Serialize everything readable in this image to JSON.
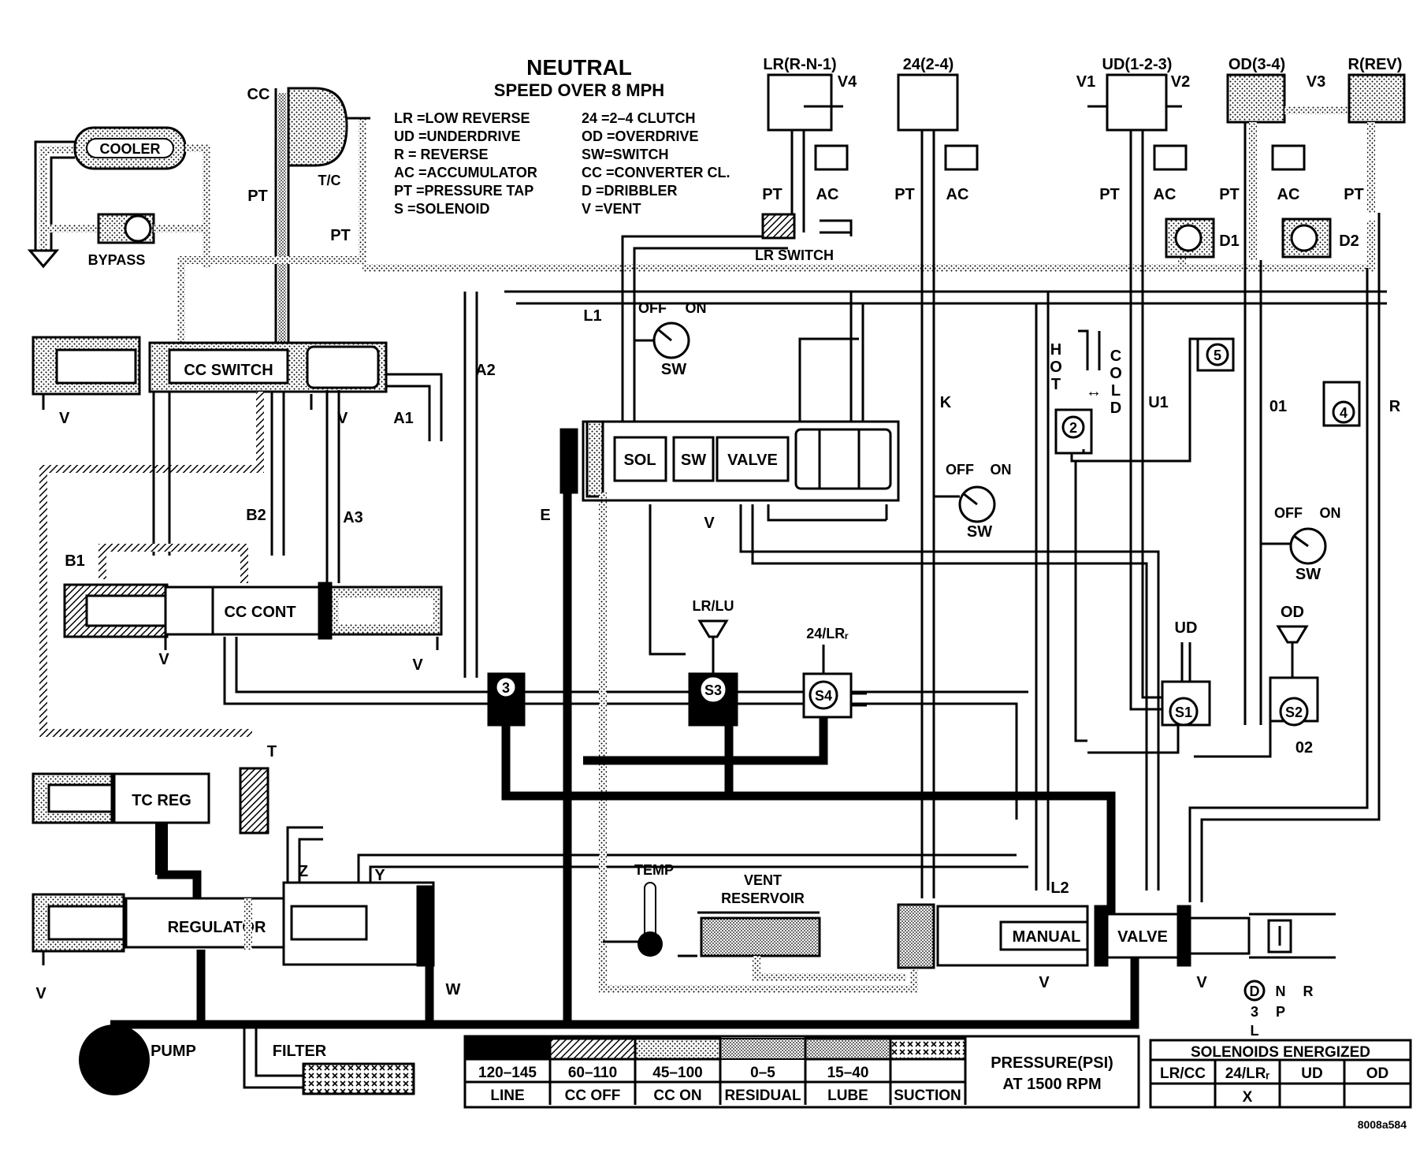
{
  "title": "NEUTRAL",
  "subtitle": "SPEED OVER 8 MPH",
  "abbreviations": [
    {
      "left": "LR =LOW REVERSE",
      "right": "24 =2–4 CLUTCH"
    },
    {
      "left": "UD =UNDERDRIVE",
      "right": "OD =OVERDRIVE"
    },
    {
      "left": "R  = REVERSE",
      "right": "SW=SWITCH"
    },
    {
      "left": "AC =ACCUMULATOR",
      "right": "CC =CONVERTER CL."
    },
    {
      "left": "PT =PRESSURE TAP",
      "right": "D  =DRIBBLER"
    },
    {
      "left": "S  =SOLENOID",
      "right": "V  =VENT"
    }
  ],
  "clutches": {
    "lr": "LR(R-N-1)",
    "c24": "24(2-4)",
    "ud": "UD(1-2-3)",
    "od": "OD(3-4)",
    "rev": "R(REV)"
  },
  "components": {
    "cooler": "COOLER",
    "bypass": "BYPASS",
    "cc": "CC",
    "tc": "T/C",
    "cc_switch": "CC SWITCH",
    "cc_cont": "CC CONT",
    "tc_reg": "TC REG",
    "regulator": "REGULATOR",
    "pump": "PUMP",
    "filter": "FILTER",
    "lr_switch": "LR SWITCH",
    "sol": "SOL",
    "sw": "SW",
    "valve": "VALVE",
    "manual": "MANUAL",
    "manual_valve": "VALVE",
    "temp": "TEMP",
    "vent_reservoir_1": "VENT",
    "vent_reservoir_2": "RESERVOIR",
    "hot_letters": [
      "H",
      "O",
      "T"
    ],
    "cold_letters": [
      "C",
      "O",
      "L",
      "D"
    ],
    "off": "OFF",
    "on": "ON",
    "lr_lu": "LR/LU",
    "lr_24": "24/LRᵣ",
    "ud_label": "UD",
    "od_label": "OD"
  },
  "solenoids": [
    "S1",
    "S2",
    "S3",
    "S4"
  ],
  "check_balls": [
    "2",
    "3",
    "4",
    "5"
  ],
  "passage_labels": {
    "pt": "PT",
    "ac": "AC",
    "v": "V",
    "v1": "V1",
    "v2": "V2",
    "v3": "V3",
    "v4": "V4",
    "d1": "D1",
    "d2": "D2",
    "l1": "L1",
    "l2": "L2",
    "a1": "A1",
    "a2": "A2",
    "a3": "A3",
    "b1": "B1",
    "b2": "B2",
    "e": "E",
    "k": "K",
    "u1": "U1",
    "o1": "01",
    "o2": "02",
    "r": "R",
    "t": "T",
    "z": "Z",
    "y": "Y",
    "w": "W"
  },
  "gear_positions": {
    "d": "D",
    "three": "3",
    "l": "L",
    "n": "N",
    "p": "P",
    "r": "R"
  },
  "legend": {
    "items": [
      {
        "range": "120–145",
        "name": "LINE"
      },
      {
        "range": "60–110",
        "name": "CC OFF"
      },
      {
        "range": "45–100",
        "name": "CC ON"
      },
      {
        "range": "0–5",
        "name": "RESIDUAL"
      },
      {
        "range": "15–40",
        "name": "LUBE"
      },
      {
        "range": "",
        "name": "SUCTION"
      }
    ],
    "pressure_title_1": "PRESSURE(PSI)",
    "pressure_title_2": "AT 1500 RPM"
  },
  "solenoid_table": {
    "title": "SOLENOIDS ENERGIZED",
    "headers": [
      "LR/CC",
      "24/LRᵣ",
      "UD",
      "OD"
    ],
    "values": [
      "",
      "X",
      "",
      ""
    ]
  },
  "figure_code": "8008a584"
}
